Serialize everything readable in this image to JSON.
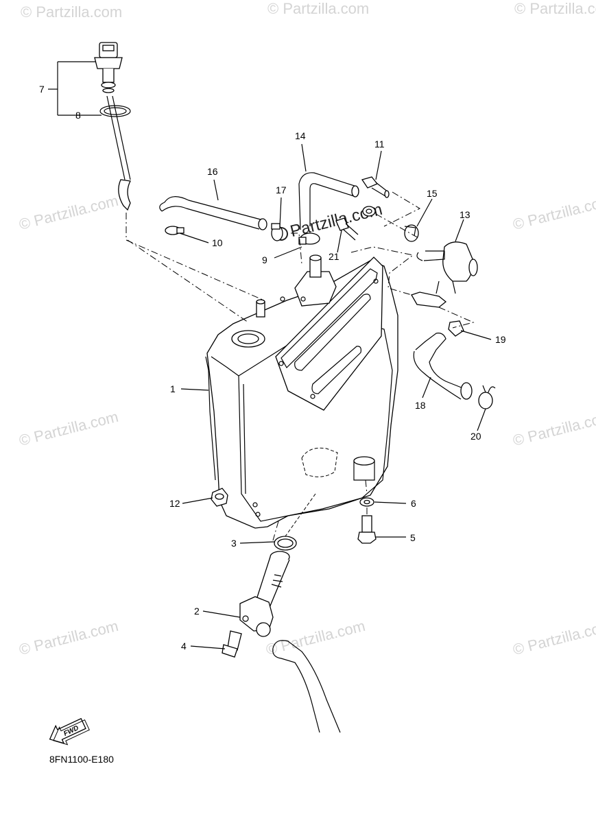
{
  "watermark": "© Partzilla.com",
  "watermark_center": "Partzilla.com",
  "watermark_brand": "Partzilla",
  "callouts": {
    "c1": "1",
    "c2": "2",
    "c3": "3",
    "c4": "4",
    "c5": "5",
    "c6": "6",
    "c7": "7",
    "c8": "8",
    "c9": "9",
    "c10": "10",
    "c11": "11",
    "c12": "12",
    "c13": "13",
    "c14": "14",
    "c15": "15",
    "c16": "16",
    "c17": "17",
    "c18": "18",
    "c19": "19",
    "c20": "20",
    "c21": "21"
  },
  "fwd_label": "FWD",
  "diagram_code": "8FN1100-E180"
}
